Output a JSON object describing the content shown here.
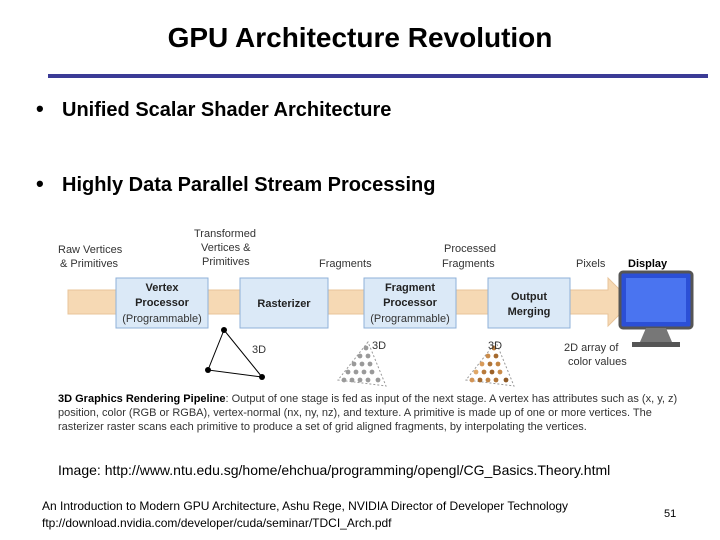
{
  "slide": {
    "title": "GPU Architecture Revolution",
    "bullets": [
      "Unified Scalar Shader Architecture",
      "Highly Data Parallel Stream Processing"
    ],
    "image_credit": "Image: http://www.ntu.edu.sg/home/ehchua/programming/opengl/CG_Basics.Theory.html",
    "footer_line1": "An Introduction to Modern GPU Architecture, Ashu Rege, NVIDIA Director of Developer Technology",
    "footer_line2": "ftp://download.nvidia.com/developer/cuda/seminar/TDCI_Arch.pdf",
    "page_number": "51"
  },
  "diagram": {
    "labels": {
      "raw_vertices_1": "Raw Vertices",
      "raw_vertices_2": "& Primitives",
      "transformed_1": "Transformed",
      "transformed_2": "Vertices &",
      "transformed_3": "Primitives",
      "fragments": "Fragments",
      "processed_1": "Processed",
      "processed_2": "Fragments",
      "pixels": "Pixels",
      "display": "Display",
      "vertex_1": "Vertex",
      "vertex_2": "Processor",
      "vertex_3": "(Programmable)",
      "rasterizer": "Rasterizer",
      "fragment_1": "Fragment",
      "fragment_2": "Processor",
      "fragment_3": "(Programmable)",
      "output_1": "Output",
      "output_2": "Merging",
      "tag_3d_a": "3D",
      "tag_3d_b": "3D",
      "tag_3d_c": "3D",
      "array_1": "2D array of",
      "array_2": "color values"
    },
    "caption": {
      "lead": "3D Graphics Rendering Pipeline",
      "body": ": Output of one stage is fed as input of the next stage. A vertex has attributes such as (x, y, z) position, color (RGB or RGBA), vertex-normal (nx, ny, nz), and texture. A primitive is made up of one or more vertices. The rasterizer raster scans each primitive to produce a set of grid aligned fragments, by interpolating the vertices."
    },
    "colors": {
      "box_fill": "#dbe9f7",
      "arrow": "#f6d9b4",
      "accent_rule": "#3b3b96",
      "monitor": "#2b4fd6"
    }
  }
}
